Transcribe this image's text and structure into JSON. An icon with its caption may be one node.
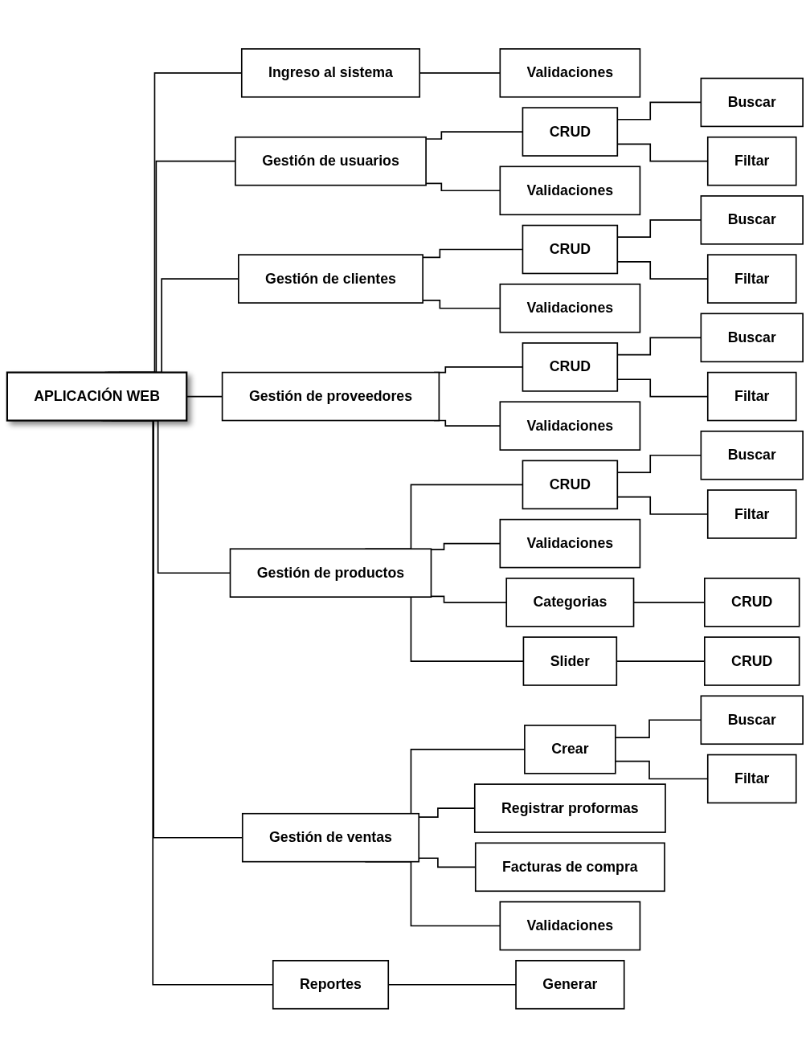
{
  "diagram": {
    "nodes": [
      {
        "text": [
          "APLICACIÓN WEB"
        ]
      },
      {
        "text": [
          "Ingreso al sistema"
        ]
      },
      {
        "text": [
          "Validaciones"
        ]
      },
      {
        "text": [
          "Gestión de usuarios"
        ]
      },
      {
        "text": [
          "CRUD"
        ]
      },
      {
        "text": [
          "Buscar"
        ]
      },
      {
        "text": [
          "Filtar"
        ]
      },
      {
        "text": [
          "Validaciones"
        ]
      },
      {
        "text": [
          "Gestión de clientes"
        ]
      },
      {
        "text": [
          "CRUD"
        ]
      },
      {
        "text": [
          "Buscar"
        ]
      },
      {
        "text": [
          "Filtar"
        ]
      },
      {
        "text": [
          "Validaciones"
        ]
      },
      {
        "text": [
          "Gestión de proveedores"
        ]
      },
      {
        "text": [
          "CRUD"
        ]
      },
      {
        "text": [
          "Buscar"
        ]
      },
      {
        "text": [
          "Filtar"
        ]
      },
      {
        "text": [
          "Validaciones"
        ]
      },
      {
        "text": [
          "Gestión de productos"
        ]
      },
      {
        "text": [
          "CRUD"
        ]
      },
      {
        "text": [
          "Buscar"
        ]
      },
      {
        "text": [
          "Filtar"
        ]
      },
      {
        "text": [
          "Validaciones"
        ]
      },
      {
        "text": [
          "Categorias"
        ]
      },
      {
        "text": [
          "CRUD"
        ]
      },
      {
        "text": [
          "Slider"
        ]
      },
      {
        "text": [
          "CRUD"
        ]
      },
      {
        "text": [
          "Gestión de ventas"
        ]
      },
      {
        "text": [
          "Crear"
        ]
      },
      {
        "text": [
          "Buscar"
        ]
      },
      {
        "text": [
          "Filtar"
        ]
      },
      {
        "text": [
          "Registrar proformas"
        ]
      },
      {
        "text": [
          "Facturas de compra"
        ]
      },
      {
        "text": [
          "Validaciones"
        ]
      },
      {
        "text": [
          "Reportes"
        ]
      },
      {
        "text": [
          "Generar"
        ]
      }
    ],
    "edges": [
      {
        "from": 0,
        "to": 1,
        "arrow": "none"
      },
      {
        "from": 1,
        "to": 2,
        "arrow": "none"
      },
      {
        "from": 0,
        "to": 3,
        "arrow": "none"
      },
      {
        "from": 3,
        "to": 4,
        "arrow": "none"
      },
      {
        "from": 4,
        "to": 5,
        "arrow": "none"
      },
      {
        "from": 4,
        "to": 6,
        "arrow": "none"
      },
      {
        "from": 3,
        "to": 7,
        "arrow": "none"
      },
      {
        "from": 0,
        "to": 8,
        "arrow": "none"
      },
      {
        "from": 8,
        "to": 9,
        "arrow": "none"
      },
      {
        "from": 9,
        "to": 10,
        "arrow": "none"
      },
      {
        "from": 9,
        "to": 11,
        "arrow": "none"
      },
      {
        "from": 8,
        "to": 12,
        "arrow": "none"
      },
      {
        "from": 0,
        "to": 13,
        "arrow": "none"
      },
      {
        "from": 13,
        "to": 14,
        "arrow": "none"
      },
      {
        "from": 14,
        "to": 15,
        "arrow": "none"
      },
      {
        "from": 14,
        "to": 16,
        "arrow": "none"
      },
      {
        "from": 13,
        "to": 17,
        "arrow": "none"
      },
      {
        "from": 0,
        "to": 18,
        "arrow": "none"
      },
      {
        "from": 18,
        "to": 19,
        "arrow": "none"
      },
      {
        "from": 19,
        "to": 20,
        "arrow": "none"
      },
      {
        "from": 19,
        "to": 21,
        "arrow": "none"
      },
      {
        "from": 18,
        "to": 22,
        "arrow": "none"
      },
      {
        "from": 18,
        "to": 23,
        "arrow": "none"
      },
      {
        "from": 23,
        "to": 24,
        "arrow": "none"
      },
      {
        "from": 18,
        "to": 25,
        "arrow": "none"
      },
      {
        "from": 25,
        "to": 26,
        "arrow": "none"
      },
      {
        "from": 0,
        "to": 27,
        "arrow": "none"
      },
      {
        "from": 27,
        "to": 28,
        "arrow": "none"
      },
      {
        "from": 28,
        "to": 29,
        "arrow": "none"
      },
      {
        "from": 28,
        "to": 30,
        "arrow": "none"
      },
      {
        "from": 27,
        "to": 31,
        "arrow": "none"
      },
      {
        "from": 27,
        "to": 32,
        "arrow": "none"
      },
      {
        "from": 27,
        "to": 33,
        "arrow": "none"
      },
      {
        "from": 0,
        "to": 34,
        "arrow": "none"
      },
      {
        "from": 34,
        "to": 35,
        "arrow": "none"
      }
    ]
  }
}
